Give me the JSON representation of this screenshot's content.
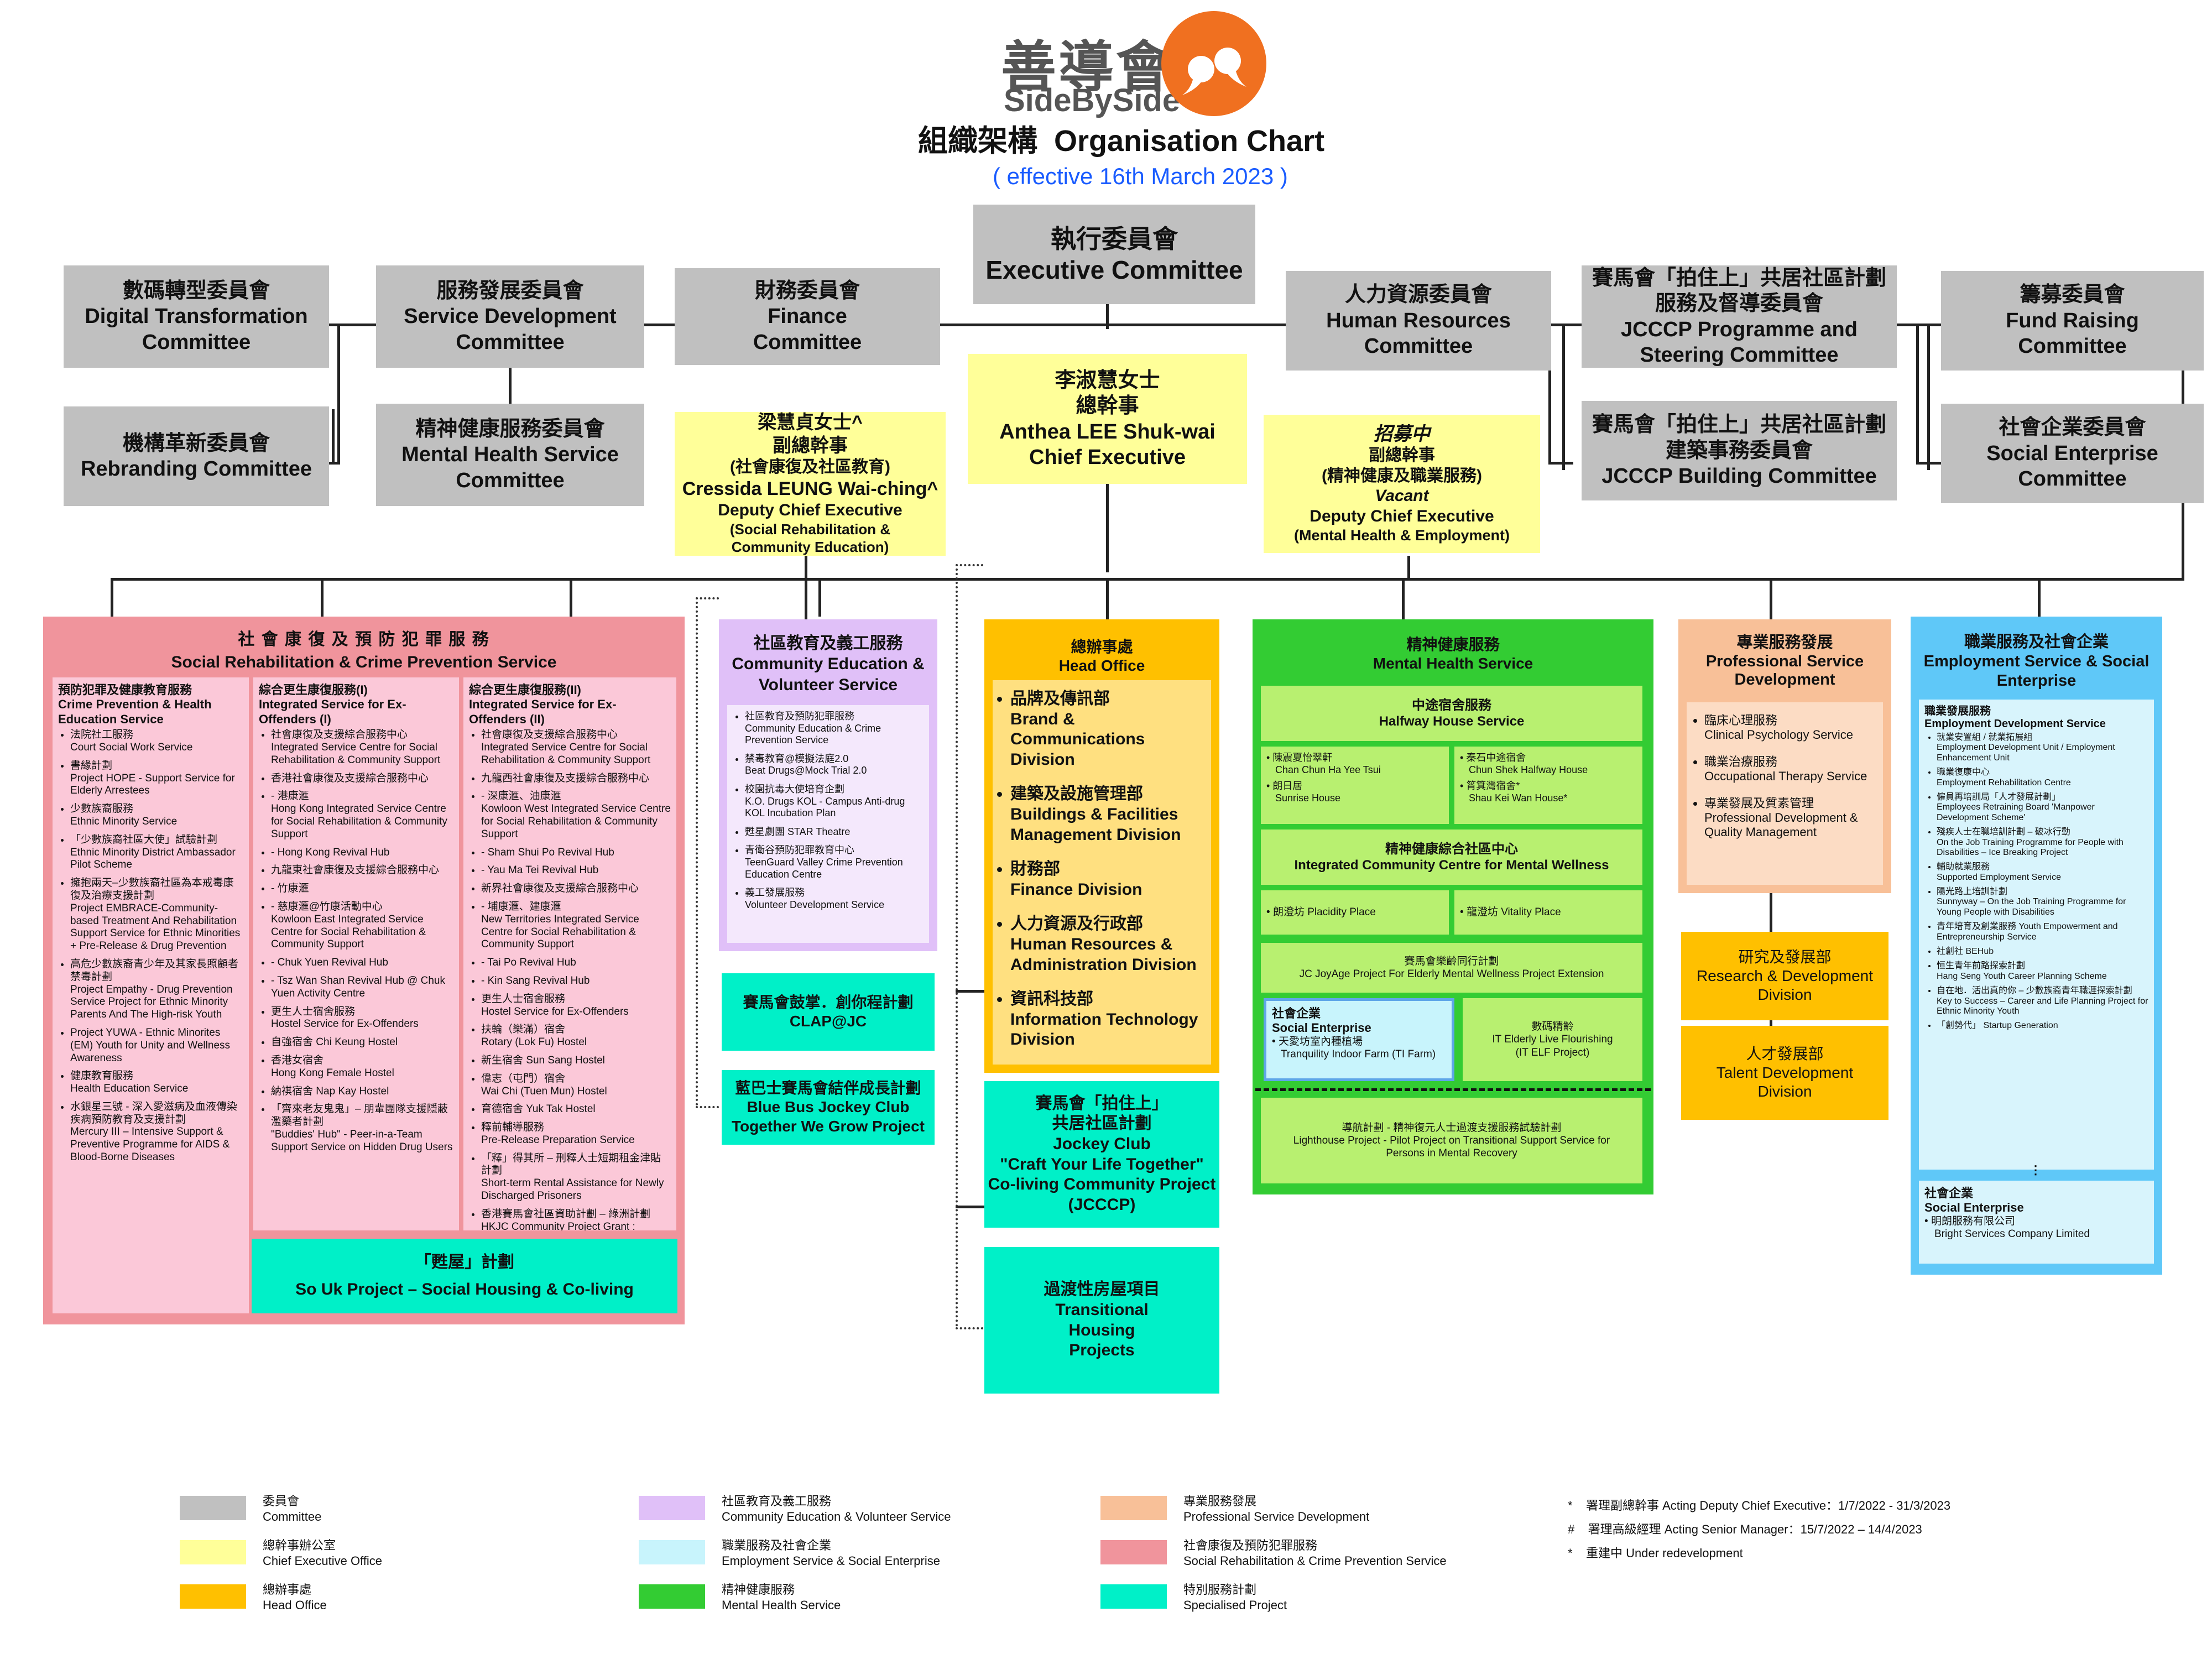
{
  "logo": {
    "chinese": "善導會",
    "english": "SideBySide"
  },
  "title": "組織架構  Organisation Chart",
  "effective": "( effective 16th March 2023 )",
  "colors": {
    "committee": "#c0c0c0",
    "ceo_office": "#ffff99",
    "head_office": "#ffc000",
    "community": "#e0c0f8",
    "employment": "#c8f4fc",
    "mental": "#33cc33",
    "professional": "#f8c098",
    "social_rehab": "#f0949c",
    "special": "#00f0c8"
  },
  "exec": {
    "zh": "執行委員會",
    "en": "Executive Committee"
  },
  "committees": {
    "digital": {
      "zh": "數碼轉型委員會",
      "en1": "Digital Transformation",
      "en2": "Committee"
    },
    "rebranding": {
      "zh": "機構革新委員會",
      "en1": "Rebranding Committee"
    },
    "service_dev": {
      "zh": "服務發展委員會",
      "en1": "Service Development",
      "en2": "Committee"
    },
    "mental_health": {
      "zh": "精神健康服務委員會",
      "en1": "Mental Health Service",
      "en2": "Committee"
    },
    "finance": {
      "zh": "財務委員會",
      "en1": "Finance",
      "en2": "Committee"
    },
    "hr": {
      "zh": "人力資源委員會",
      "en1": "Human Resources",
      "en2": "Committee"
    },
    "jcccp_steer": {
      "zh1": "賽馬會「拍住上」共居社區計劃",
      "zh2": "服務及督導委員會",
      "en1": "JCCCP Programme and",
      "en2": "Steering Committee"
    },
    "jcccp_build": {
      "zh1": "賽馬會「拍住上」共居社區計劃",
      "zh2": "建築事務委員會",
      "en1": "JCCCP Building Committee"
    },
    "fund": {
      "zh": "籌募委員會",
      "en1": "Fund Raising",
      "en2": "Committee"
    },
    "social_ent": {
      "zh": "社會企業委員會",
      "en1": "Social Enterprise",
      "en2": "Committee"
    }
  },
  "ceo": {
    "zh1": "李淑慧女士",
    "zh2": "總幹事",
    "en1": "Anthea LEE Shuk-wai",
    "en2": "Chief Executive"
  },
  "dce_left": {
    "zh1": "梁慧貞女士^",
    "zh2": "副總幹事",
    "zh3": "(社會康復及社區教育)",
    "en1": "Cressida LEUNG Wai-ching^",
    "en2": "Deputy Chief Executive",
    "en3": "(Social Rehabilitation &",
    "en4": "Community Education)"
  },
  "dce_right": {
    "zh1": "招募中",
    "zh2": "副總幹事",
    "zh3": "(精神健康及職業服務)",
    "en1": "Vacant",
    "en2": "Deputy Chief Executive",
    "en3": "(Mental Health & Employment)"
  },
  "social_rehab": {
    "zh": "社 會 康 復 及 預 防 犯 罪 服 務",
    "en": "Social Rehabilitation & Crime Prevention Service",
    "col1": {
      "h_zh": "預防犯罪及健康教育服務",
      "h_en": "Crime Prevention & Health Education Service",
      "items": [
        {
          "zh": "法院社工服務",
          "en": "Court Social Work Service"
        },
        {
          "zh": "書緣計劃",
          "en": "Project HOPE - Support Service for Elderly Arrestees"
        },
        {
          "zh": "少數族裔服務",
          "en": "Ethnic Minority Service"
        },
        {
          "zh": "「少數族裔社區大使」試驗計劃",
          "en": "Ethnic Minority District Ambassador Pilot Scheme"
        },
        {
          "zh": "擁抱兩天–少數族裔社區為本戒毒康復及治療支援計劃",
          "en": "Project EMBRACE-Community-based Treatment And Rehabilitation Support Service for Ethnic Minorities + Pre-Release & Drug Prevention"
        },
        {
          "zh": "高危少數族裔青少年及其家長照顧者禁毒計劃",
          "en": "Project Empathy - Drug Prevention Service Project for Ethnic Minority Parents And The High-risk Youth"
        },
        {
          "zh": "Project YUWA - Ethnic Minorites (EM) Youth for Unity and Wellness Awareness",
          "en": ""
        },
        {
          "zh": "健康教育服務",
          "en": "Health Education Service"
        },
        {
          "zh": "水銀星三號 - 深入愛滋病及血液傳染疾病預防教育及支援計劃",
          "en": "Mercury III – Intensive Support & Preventive Programme for AIDS & Blood-Borne Diseases"
        }
      ]
    },
    "col2": {
      "h_zh": "綜合更生康復服務(I)",
      "h_en": "Integrated Service for Ex-Offenders (I)",
      "items": [
        {
          "zh": "社會康復及支援綜合服務中心",
          "en": "Integrated Service Centre for Social Rehabilitation & Community Support"
        },
        {
          "zh": "香港社會康復及支援綜合服務中心",
          "en": ""
        },
        {
          "zh": "- 港康滙",
          "en": "Hong Kong Integrated Service Centre for Social Rehabilitation & Community Support"
        },
        {
          "zh": "- Hong Kong Revival Hub",
          "en": ""
        },
        {
          "zh": "九龍東社會康復及支援綜合服務中心",
          "en": ""
        },
        {
          "zh": "- 竹康滙",
          "en": ""
        },
        {
          "zh": "- 慈康滙@竹康活動中心",
          "en": "Kowloon East Integrated Service Centre for Social Rehabilitation & Community Support"
        },
        {
          "zh": "- Chuk Yuen Revival Hub",
          "en": ""
        },
        {
          "zh": "- Tsz Wan Shan Revival Hub @ Chuk Yuen Activity Centre",
          "en": ""
        },
        {
          "zh": "更生人士宿舍服務",
          "en": "Hostel Service for Ex-Offenders"
        },
        {
          "zh": "自強宿舍 Chi Keung Hostel",
          "en": ""
        },
        {
          "zh": "香港女宿舍",
          "en": "Hong Kong Female Hostel"
        },
        {
          "zh": "納祺宿舍 Nap Kay Hostel",
          "en": ""
        },
        {
          "zh": "「齊來老友鬼鬼」– 朋輩團隊支援隱蔽濫藥者計劃",
          "en": "\"Buddies' Hub\" - Peer-in-a-Team Support Service on Hidden Drug Users"
        }
      ]
    },
    "col3": {
      "h_zh": "綜合更生康復服務(II)",
      "h_en": "Integrated Service for Ex-Offenders (II)",
      "items": [
        {
          "zh": "社會康復及支援綜合服務中心",
          "en": "Integrated Service Centre for Social Rehabilitation & Community Support"
        },
        {
          "zh": "九龍西社會康復及支援綜合服務中心",
          "en": ""
        },
        {
          "zh": "- 深康滙、油康滙",
          "en": "Kowloon West Integrated Service Centre for Social Rehabilitation & Community Support"
        },
        {
          "zh": "- Sham Shui Po Revival Hub",
          "en": ""
        },
        {
          "zh": "- Yau Ma Tei Revival Hub",
          "en": ""
        },
        {
          "zh": "新界社會康復及支援綜合服務中心",
          "en": ""
        },
        {
          "zh": "- 埔康滙、建康滙",
          "en": "New Territories Integrated Service Centre for Social Rehabilitation & Community Support"
        },
        {
          "zh": "- Tai Po Revival Hub",
          "en": ""
        },
        {
          "zh": "- Kin Sang Revival Hub",
          "en": ""
        },
        {
          "zh": "更生人士宿舍服務",
          "en": "Hostel Service for Ex-Offenders"
        },
        {
          "zh": "扶輪（樂滿）宿舍",
          "en": "Rotary (Lok Fu) Hostel"
        },
        {
          "zh": "新生宿舍 Sun Sang Hostel",
          "en": ""
        },
        {
          "zh": "偉志（屯門）宿舍",
          "en": "Wai Chi (Tuen Mun) Hostel"
        },
        {
          "zh": "育德宿舍 Yuk Tak Hostel",
          "en": ""
        },
        {
          "zh": "釋前輔導服務",
          "en": "Pre-Release Preparation Service"
        },
        {
          "zh": "「釋」得其所 – 刑釋人士短期租金津貼計劃",
          "en": "Short-term Rental Assistance for Newly Discharged Prisoners"
        },
        {
          "zh": "香港賽馬會社區資助計劃 – 綠洲計劃",
          "en": "HKJC Community Project Grant : Project OASIS"
        }
      ]
    },
    "souk": {
      "zh": "「甦屋」計劃",
      "en": "So Uk Project – Social Housing & Co-living"
    }
  },
  "community": {
    "zh": "社區教育及義工服務",
    "en": "Community Education & Volunteer Service",
    "items": [
      {
        "zh": "社區教育及預防犯罪服務",
        "en": "Community Education & Crime Prevention Service"
      },
      {
        "zh": "禁毒教育@模擬法庭2.0",
        "en": "Beat Drugs@Mock Trial 2.0"
      },
      {
        "zh": "校園抗毒大使培育企劃",
        "en": "K.O. Drugs KOL - Campus Anti-drug KOL Incubation Plan"
      },
      {
        "zh": "甦星劇團 STAR Theatre",
        "en": ""
      },
      {
        "zh": "青衛谷預防犯罪教育中心",
        "en": "TeenGuard Valley Crime Prevention Education Centre"
      },
      {
        "zh": "義工發展服務",
        "en": "Volunteer Development Service"
      }
    ]
  },
  "clap": {
    "zh": "賽馬會鼓掌．創你程計劃",
    "en": "CLAP@JC"
  },
  "bluebus": {
    "zh": "藍巴士賽馬會結伴成長計劃",
    "en1": "Blue Bus Jockey Club",
    "en2": "Together We Grow Project"
  },
  "head_office": {
    "zh": "總辦事處",
    "en": "Head Office",
    "items": [
      {
        "zh": "品牌及傳訊部",
        "en": "Brand & Communications Division"
      },
      {
        "zh": "建築及設施管理部",
        "en": "Buildings & Facilities Management Division"
      },
      {
        "zh": "財務部",
        "en": "Finance Division"
      },
      {
        "zh": "人力資源及行政部",
        "en": "Human Resources & Administration Division"
      },
      {
        "zh": "資訊科技部",
        "en": "Information Technology Division"
      }
    ]
  },
  "jcccp": {
    "zh1": "賽馬會「拍住上」",
    "zh2": "共居社區計劃",
    "en1": "Jockey Club",
    "en2": "\"Craft Your Life Together\"",
    "en3": "Co-living Community Project",
    "en4": "(JCCCP)"
  },
  "transitional": {
    "zh": "過渡性房屋項目",
    "en1": "Transitional",
    "en2": "Housing",
    "en3": "Projects"
  },
  "mental": {
    "zh": "精神健康服務",
    "en": "Mental Health Service",
    "halfway": {
      "zh": "中途宿舍服務",
      "en": "Halfway House Service"
    },
    "h1": {
      "zh": "陳震夏怡翠軒",
      "en": "Chan Chun Ha Yee Tsui"
    },
    "h2": {
      "zh": "朗日居",
      "en": "Sunrise House"
    },
    "h3": {
      "zh": "秦石中途宿舍",
      "en": "Chun Shek Halfway House"
    },
    "h4": {
      "zh": "筲箕灣宿舍*",
      "en": "Shau Kei Wan House*"
    },
    "icc": {
      "zh": "精神健康綜合社區中心",
      "en": "Integrated Community Centre for Mental Wellness"
    },
    "placidity": "朗澄坊 Placidity Place",
    "vitality": "龍澄坊 Vitality Place",
    "joyage": {
      "zh": "賽馬會樂齡同行計劃",
      "en": "JC JoyAge Project For Elderly Mental Wellness Project Extension"
    },
    "se": {
      "zh": "社會企業",
      "en": "Social Enterprise",
      "item_zh": "天愛坊室內種植場",
      "item_en": "Tranquility Indoor Farm (TI Farm)"
    },
    "elf": {
      "zh": "數碼精齡",
      "en1": "IT Elderly Live Flourishing",
      "en2": "(IT ELF Project)"
    },
    "lighthouse": {
      "zh": "導航計劃 - 精神復元人士過渡支援服務試驗計劃",
      "en": "Lighthouse Project - Pilot Project on Transitional Support Service for Persons in Mental Recovery"
    }
  },
  "professional": {
    "zh": "專業服務發展",
    "en": "Professional Service Development",
    "items": [
      {
        "zh": "臨床心理服務",
        "en": "Clinical Psychology Service"
      },
      {
        "zh": "職業治療服務",
        "en": "Occupational Therapy Service"
      },
      {
        "zh": "專業發展及質素管理",
        "en": "Professional Development & Quality Management"
      }
    ]
  },
  "research": {
    "zh": "研究及發展部",
    "en": "Research & Development Division"
  },
  "talent": {
    "zh": "人才發展部",
    "en1": "Talent Development",
    "en2": "Division"
  },
  "employment": {
    "zh": "職業服務及社會企業",
    "en": "Employment Service & Social Enterprise",
    "dev_zh": "職業發展服務",
    "dev_en": "Employment Development Service",
    "items": [
      {
        "zh": "就業安置組 / 就業拓展組",
        "en": "Employment Development Unit / Employment Enhancement Unit"
      },
      {
        "zh": "職業復康中心",
        "en": "Employment Rehabilitation Centre"
      },
      {
        "zh": "僱員再培訓局「人才發展計劃」",
        "en": "Employees Retraining Board 'Manpower Development Scheme'"
      },
      {
        "zh": "殘疾人士在職培訓計劃 – 破冰行動",
        "en": "On the Job Training Programme for People with Disabilities – Ice Breaking Project"
      },
      {
        "zh": "輔助就業服務",
        "en": "Supported Employment Service"
      },
      {
        "zh": "陽光路上培訓計劃",
        "en": "Sunnyway – On the Job Training Programme for Young People with Disabilities"
      },
      {
        "zh": "",
        "en": "青年培育及創業服務 Youth Empowerment and Entrepreneurship Service"
      },
      {
        "zh": "社創社 BEHub",
        "en": ""
      },
      {
        "zh": "恒生青年前路探索計劃",
        "en": "Hang Seng Youth Career Planning Scheme"
      },
      {
        "zh": "自在地．活出真的你 – 少數族裔青年職涯探索計劃",
        "en": "Key to Success – Career and Life Planning Project for Ethnic Minority Youth"
      },
      {
        "zh": "「創勢代」 Startup Generation",
        "en": ""
      }
    ],
    "se_zh": "社會企業",
    "se_en": "Social Enterprise",
    "se_item_zh": "明朗服務有限公司",
    "se_item_en": "Bright Services Company Limited"
  },
  "legend": [
    {
      "zh": "委員會",
      "en": "Committee",
      "color": "#c0c0c0"
    },
    {
      "zh": "總幹事辦公室",
      "en": "Chief Executive Office",
      "color": "#ffff99"
    },
    {
      "zh": "總辦事處",
      "en": "Head Office",
      "color": "#ffc000"
    },
    {
      "zh": "社區教育及義工服務",
      "en": "Community Education & Volunteer Service",
      "color": "#e0c0f8"
    },
    {
      "zh": "職業服務及社會企業",
      "en": "Employment Service & Social Enterprise",
      "color": "#c8f4fc"
    },
    {
      "zh": "精神健康服務",
      "en": "Mental Health Service",
      "color": "#33cc33"
    },
    {
      "zh": "專業服務發展",
      "en": "Professional Service Development",
      "color": "#f8c098"
    },
    {
      "zh": "社會康復及預防犯罪服務",
      "en": "Social Rehabilitation & Crime Prevention Service",
      "color": "#f0949c"
    },
    {
      "zh": "特別服務計劃",
      "en": "Specialised Project",
      "color": "#00f0c8"
    }
  ],
  "notes": [
    "*    署理副總幹事 Acting Deputy Chief Executive：1/7/2022 - 31/3/2023",
    "#    署理高級經理 Acting Senior Manager：15/7/2022 – 14/4/2023",
    "*    重建中 Under redevelopment"
  ]
}
